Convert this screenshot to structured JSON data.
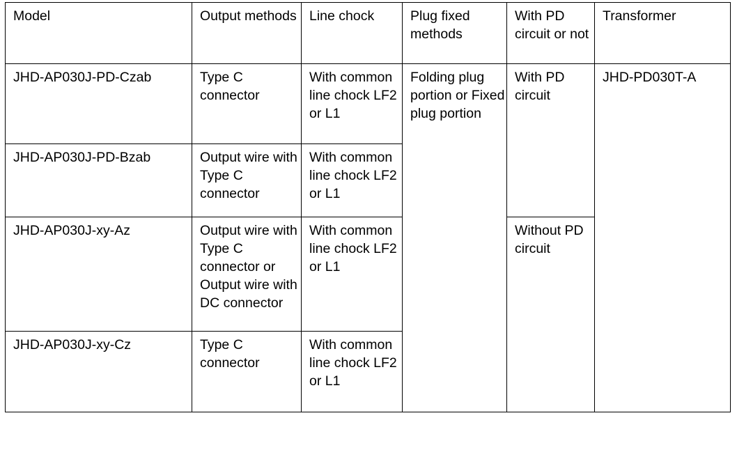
{
  "table": {
    "columns": [
      {
        "key": "model",
        "label": "Model"
      },
      {
        "key": "output",
        "label": "Output methods"
      },
      {
        "key": "choke",
        "label": "Line chock"
      },
      {
        "key": "plug",
        "label": "Plug fixed methods"
      },
      {
        "key": "pd",
        "label": "With PD circuit or not"
      },
      {
        "key": "transformer",
        "label": "Transformer"
      }
    ],
    "rows": [
      {
        "model": "JHD-AP030J-PD-Czab",
        "output": "Type C connector",
        "choke": "With common line chock LF2 or L1"
      },
      {
        "model": "JHD-AP030J-PD-Bzab",
        "output": "Output wire with Type C connector",
        "choke": "With common line chock LF2 or L1"
      },
      {
        "model": "JHD-AP030J-xy-Az",
        "output": "Output wire with Type C connector or Output wire with DC connector",
        "choke": "With common line chock LF2 or L1"
      },
      {
        "model": "JHD-AP030J-xy-Cz",
        "output": "Type C connector",
        "choke": "With common line chock LF2 or L1"
      }
    ],
    "merged": {
      "plug_all_rows": "Folding plug portion or Fixed plug portion",
      "pd_rows_1_2": "With PD circuit",
      "pd_rows_3_4": "Without PD circuit",
      "transformer_all_rows": "JHD-PD030T-A"
    }
  },
  "colors": {
    "border": "#000000",
    "text": "#000000",
    "background": "#ffffff"
  }
}
